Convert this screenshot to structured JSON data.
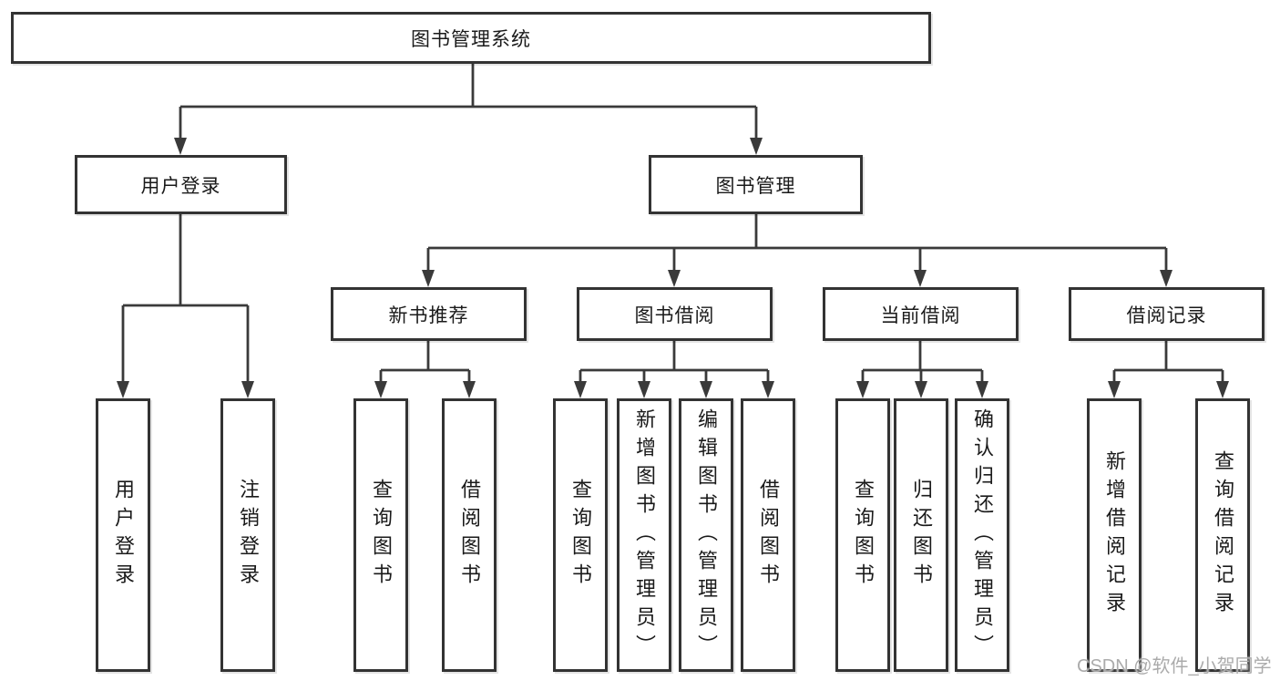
{
  "diagram": {
    "tree": {
      "label": "图书管理系统",
      "children": [
        {
          "label": "用户登录",
          "children": [
            {
              "label": "用户登录"
            },
            {
              "label": "注销登录"
            }
          ]
        },
        {
          "label": "图书管理",
          "children": [
            {
              "label": "新书推荐",
              "children": [
                {
                  "label": "查询图书"
                },
                {
                  "label": "借阅图书"
                }
              ]
            },
            {
              "label": "图书借阅",
              "children": [
                {
                  "label": "查询图书"
                },
                {
                  "label": "新增图书（管理员）"
                },
                {
                  "label": "编辑图书（管理员）"
                },
                {
                  "label": "借阅图书"
                }
              ]
            },
            {
              "label": "当前借阅",
              "children": [
                {
                  "label": "查询图书"
                },
                {
                  "label": "归还图书"
                },
                {
                  "label": "确认归还（管理员）"
                }
              ]
            },
            {
              "label": "借阅记录",
              "children": [
                {
                  "label": "新增借阅记录"
                },
                {
                  "label": "查询借阅记录"
                }
              ]
            }
          ]
        }
      ]
    },
    "watermark": "CSDN @软件_小贺同学",
    "colors": {
      "line": "#3a3a3a",
      "box_border": "#333333",
      "text": "#1a1a1a",
      "watermark": "#ababab",
      "background": "#ffffff"
    }
  }
}
